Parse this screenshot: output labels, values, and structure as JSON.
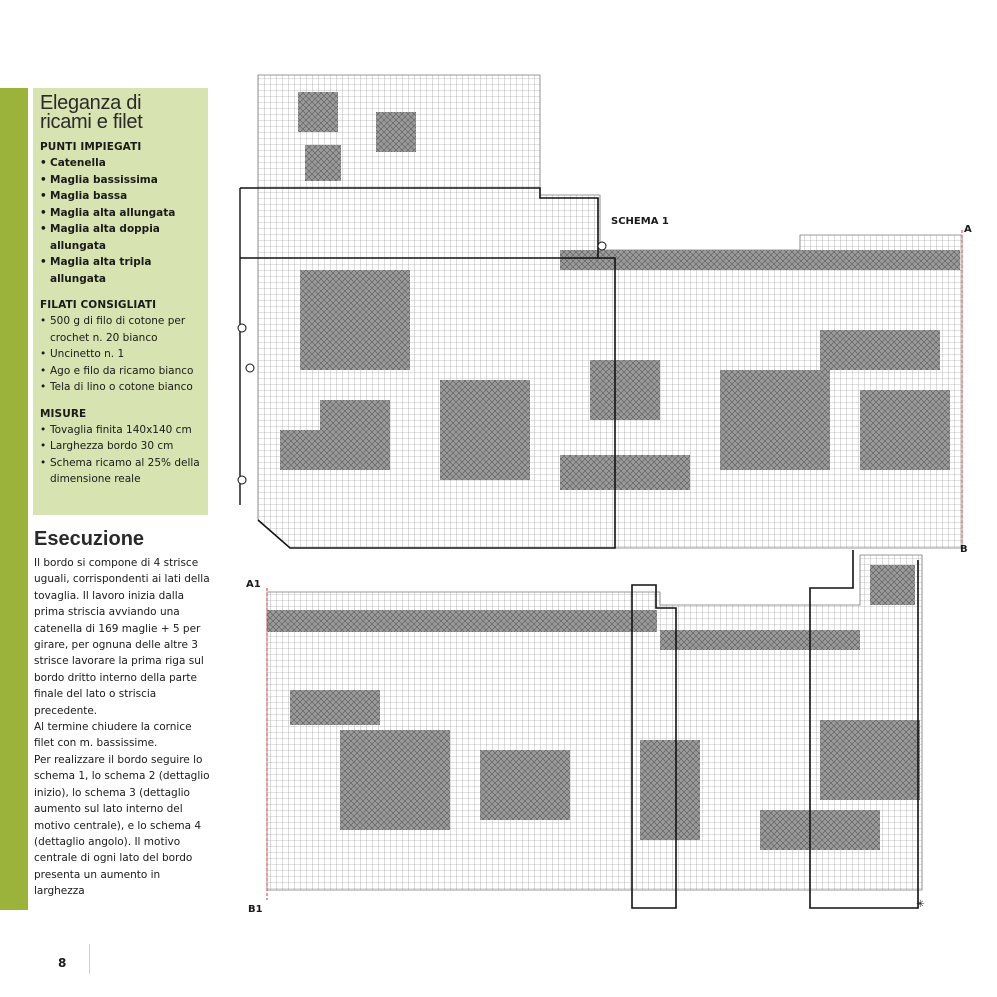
{
  "box": {
    "title_line1": "Eleganza di",
    "title_line2": "ricami e filet",
    "stitches_heading": "PUNTI IMPIEGATI",
    "stitches": [
      "Catenella",
      "Maglia bassissima",
      "Maglia bassa",
      "Maglia alta allungata",
      "Maglia alta doppia allungata",
      "Maglia alta tripla allungata"
    ],
    "yarn_heading": "FILATI CONSIGLIATI",
    "yarn": [
      "500 g di filo di cotone per crochet n. 20 bianco",
      "Uncinetto n. 1",
      "Ago e filo da ricamo bianco",
      "Tela di lino o cotone bianco"
    ],
    "size_heading": "MISURE",
    "sizes": [
      "Tovaglia finita 140x140 cm",
      "Larghezza bordo 30 cm",
      "Schema ricamo al 25% della dimensione reale"
    ]
  },
  "execution": {
    "title": "Esecuzione",
    "paragraphs": [
      "Il bordo si compone di 4 strisce uguali, corrispondenti ai lati della tovaglia. Il lavoro inizia dalla prima striscia avviando una catenella di 169 maglie + 5 per girare, per ognuna delle altre 3 strisce lavorare la prima riga sul bordo dritto interno della parte finale del lato o striscia precedente.",
      "Al termine chiudere la cornice filet con m. bassissime.",
      "Per realizzare il bordo seguire lo schema 1, lo schema 2 (dettaglio inizio), lo schema 3 (dettaglio aumento sul lato interno del motivo centrale), e lo schema 4 (dettaglio angolo). Il motivo centrale di ogni lato del bordo presenta un aumento in larghezza"
    ]
  },
  "chart": {
    "schema_label": "SCHEMA 1",
    "label_a": "A",
    "label_b": "B",
    "label_a1": "A1",
    "label_b1": "B1",
    "end_mark": "✳"
  },
  "page": {
    "number": "8"
  },
  "colors": {
    "accent_green": "#9bb33a",
    "box_bg": "#d7e3b0"
  }
}
